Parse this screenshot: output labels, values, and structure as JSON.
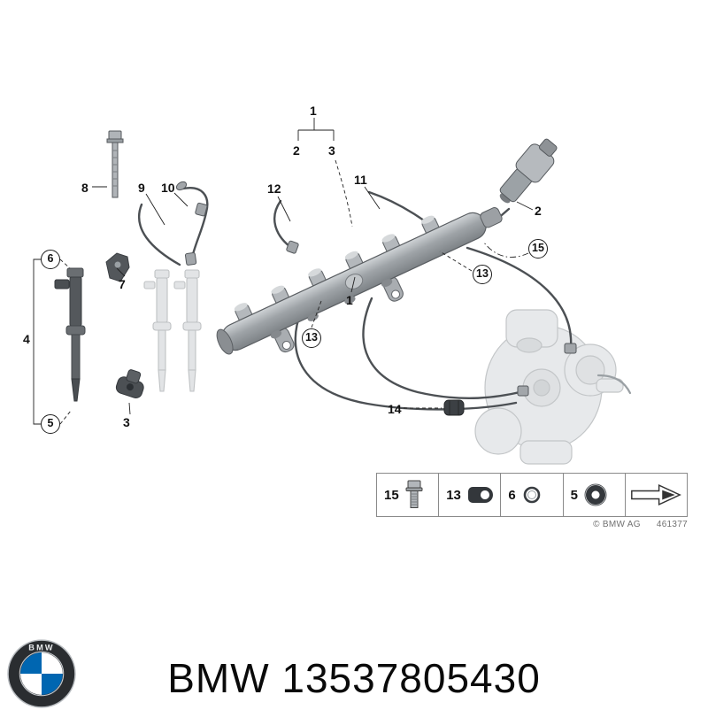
{
  "callouts": {
    "top_group": {
      "parent": "1",
      "child_left": "2",
      "child_right": "3"
    },
    "c8": "8",
    "c9": "9",
    "c10": "10",
    "c11": "11",
    "c12": "12",
    "c2_right": "2",
    "c15": "15",
    "c13_right": "13",
    "c6": "6",
    "c7": "7",
    "c4": "4",
    "c5": "5",
    "c1_mid": "1",
    "c13_mid": "13",
    "c3_left": "3",
    "c14": "14"
  },
  "legend": {
    "items": [
      {
        "num": "15",
        "icon": "bolt-icon"
      },
      {
        "num": "13",
        "icon": "grommet-clamp-icon"
      },
      {
        "num": "6",
        "icon": "o-ring-icon"
      },
      {
        "num": "5",
        "icon": "washer-seal-icon"
      }
    ],
    "arrow_icon": "view-direction-arrow-icon",
    "copyright": "© BMW AG",
    "figure_number": "461377"
  },
  "footer": {
    "logo_letters": "BMW",
    "brand": "BMW",
    "part_number": "13537805430"
  },
  "colors": {
    "bmw_blue": "#0066B1",
    "outline": "#3a3a3a",
    "part_gray": "#b6babd",
    "part_gray_light": "#e7e9eb",
    "part_gray_dark": "#4c5054"
  }
}
